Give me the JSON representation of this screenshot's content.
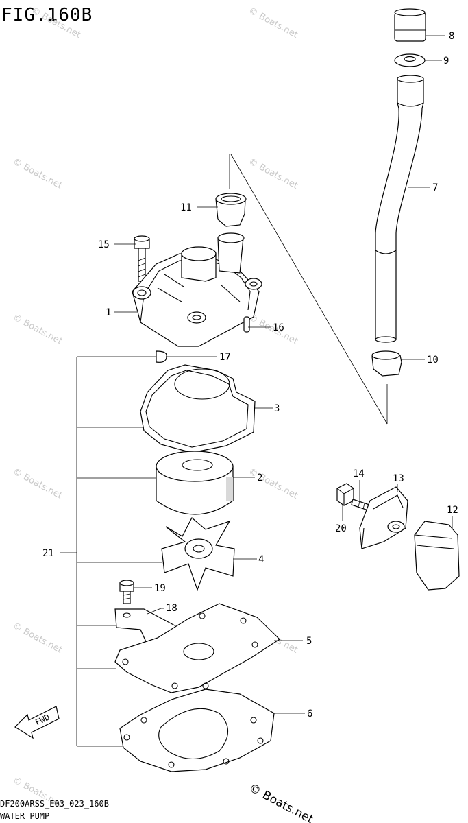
{
  "figure": {
    "title": "FIG.160B",
    "code": "DF200ARSS_E03_023_160B",
    "name": "WATER PUMP"
  },
  "watermark": "© Boats.net",
  "fwd_label": "FWD",
  "callouts": [
    {
      "id": "c1",
      "label": "1"
    },
    {
      "id": "c2",
      "label": "2"
    },
    {
      "id": "c3",
      "label": "3"
    },
    {
      "id": "c4",
      "label": "4"
    },
    {
      "id": "c5",
      "label": "5"
    },
    {
      "id": "c6",
      "label": "6"
    },
    {
      "id": "c7",
      "label": "7"
    },
    {
      "id": "c8",
      "label": "8"
    },
    {
      "id": "c9",
      "label": "9"
    },
    {
      "id": "c10",
      "label": "10"
    },
    {
      "id": "c11",
      "label": "11"
    },
    {
      "id": "c12",
      "label": "12"
    },
    {
      "id": "c13",
      "label": "13"
    },
    {
      "id": "c14",
      "label": "14"
    },
    {
      "id": "c15",
      "label": "15"
    },
    {
      "id": "c16",
      "label": "16"
    },
    {
      "id": "c17",
      "label": "17"
    },
    {
      "id": "c18",
      "label": "18"
    },
    {
      "id": "c19",
      "label": "19"
    },
    {
      "id": "c20",
      "label": "20"
    },
    {
      "id": "c21",
      "label": "21"
    }
  ]
}
